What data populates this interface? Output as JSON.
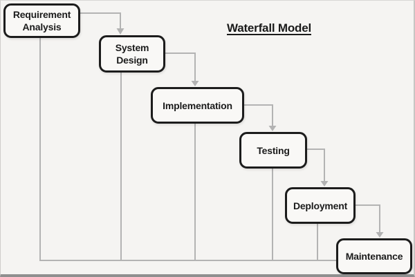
{
  "title": {
    "text": "Waterfall Model"
  },
  "diagram": {
    "type": "flowchart",
    "nodes": [
      {
        "id": "requirement-analysis",
        "label": "Requirement\nAnalysis"
      },
      {
        "id": "system-design",
        "label": "System\nDesign"
      },
      {
        "id": "implementation",
        "label": "Implementation"
      },
      {
        "id": "testing",
        "label": "Testing"
      },
      {
        "id": "deployment",
        "label": "Deployment"
      },
      {
        "id": "maintenance",
        "label": "Maintenance"
      }
    ],
    "edges": [
      {
        "from": "requirement-analysis",
        "to": "system-design",
        "style": "elbow-arrow"
      },
      {
        "from": "system-design",
        "to": "implementation",
        "style": "elbow-arrow"
      },
      {
        "from": "implementation",
        "to": "testing",
        "style": "elbow-arrow"
      },
      {
        "from": "testing",
        "to": "deployment",
        "style": "elbow-arrow"
      },
      {
        "from": "deployment",
        "to": "maintenance",
        "style": "elbow-arrow"
      },
      {
        "from": "requirement-analysis",
        "to": "maintenance",
        "style": "drop-line-to-bottom-rail"
      },
      {
        "from": "system-design",
        "to": "maintenance",
        "style": "drop-line-to-bottom-rail"
      },
      {
        "from": "implementation",
        "to": "maintenance",
        "style": "drop-line-to-bottom-rail"
      },
      {
        "from": "testing",
        "to": "maintenance",
        "style": "drop-line-to-bottom-rail"
      },
      {
        "from": "deployment",
        "to": "maintenance",
        "style": "drop-line-to-bottom-rail"
      }
    ],
    "colors": {
      "background": "#f5f4f2",
      "node_fill": "#f9f8f6",
      "node_border": "#1c1c1c",
      "connector": "#b3b3b3",
      "text": "#1b1b1b"
    }
  }
}
